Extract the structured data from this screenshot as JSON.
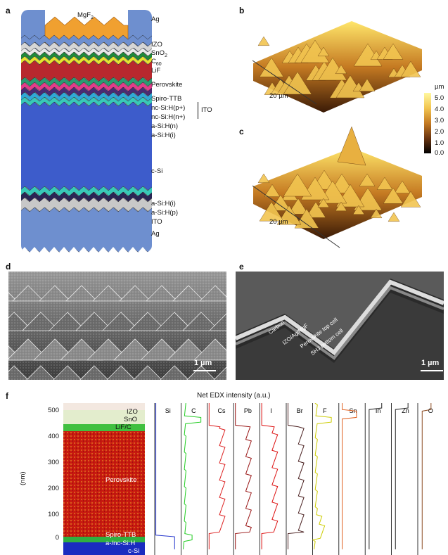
{
  "panels": {
    "a": {
      "label": "a",
      "top_layer": "MgF",
      "top_layer_sub": "2",
      "layers": [
        {
          "text": "Ag"
        },
        {
          "text": "IZO"
        },
        {
          "text": "SnO",
          "sub": "2"
        },
        {
          "text": "C",
          "sub": "60"
        },
        {
          "text": "LiF"
        },
        {
          "text": "Perovskite"
        },
        {
          "text": "Spiro-TTB"
        },
        {
          "text": "nc-Si:H(p+)"
        },
        {
          "text": "nc-Si:H(n+)"
        },
        {
          "text": "a-Si:H(n)"
        },
        {
          "text": "a-Si:H(i)"
        },
        {
          "text": "c-Si"
        },
        {
          "text": "a-Si:H(i)"
        },
        {
          "text": "a-Si:H(p)"
        },
        {
          "text": "ITO"
        },
        {
          "text": "Ag"
        }
      ],
      "ito_bracket": "ITO",
      "colors": {
        "ag": "#6e8fcf",
        "mgf2": "#f0a030",
        "izo": "#d6d6d6",
        "sno2": "#e9e9e9",
        "c60": "#1f8a3b",
        "lif": "#e7e330",
        "perovskite": "#b8282e",
        "spiro": "#2a9c72",
        "ncp": "#e23d8a",
        "ncn": "#4b2a73",
        "aSin": "#30a9d6",
        "aSii": "#38c9b8",
        "csi": "#3d5ccb",
        "aSip": "#2a2555",
        "ito": "#c8c8c8"
      }
    },
    "b": {
      "label": "b",
      "scale": "20 µm"
    },
    "c": {
      "label": "c",
      "scale": "20 µm"
    },
    "colorbar": {
      "unit": "µm",
      "ticks": [
        "5.0",
        "4.0",
        "3.0",
        "2.0",
        "1.0",
        "0.0"
      ]
    },
    "d": {
      "label": "d",
      "scale": "1 µm"
    },
    "e": {
      "label": "e",
      "scale": "1 µm",
      "annotations": [
        "Carbon",
        "IZO/Ag/MgF",
        "Perovskite top cell",
        "SHJ bottom cell"
      ]
    },
    "f": {
      "label": "f",
      "title": "Net EDX intensity (a.u.)",
      "ylabel": "(nm)",
      "yticks": [
        "500",
        "400",
        "300",
        "200",
        "100",
        "0"
      ],
      "map_labels": [
        "IZO",
        "SnO",
        "LiF/C",
        "Perovskite",
        "Spiro-TTB",
        "a-/nc-Si:H",
        "c-Si"
      ],
      "elements": [
        {
          "name": "Si",
          "color": "#2233cc"
        },
        {
          "name": "C",
          "color": "#22cc22"
        },
        {
          "name": "Cs",
          "color": "#dd2222"
        },
        {
          "name": "Pb",
          "color": "#991515"
        },
        {
          "name": "I",
          "color": "#dd1111"
        },
        {
          "name": "Br",
          "color": "#4a2020"
        },
        {
          "name": "F",
          "color": "#cccc00"
        },
        {
          "name": "Sn",
          "color": "#e06020"
        },
        {
          "name": "In",
          "color": "#222222"
        },
        {
          "name": "Zn",
          "color": "#222222"
        },
        {
          "name": "O",
          "color": "#8a4a20"
        }
      ]
    }
  }
}
